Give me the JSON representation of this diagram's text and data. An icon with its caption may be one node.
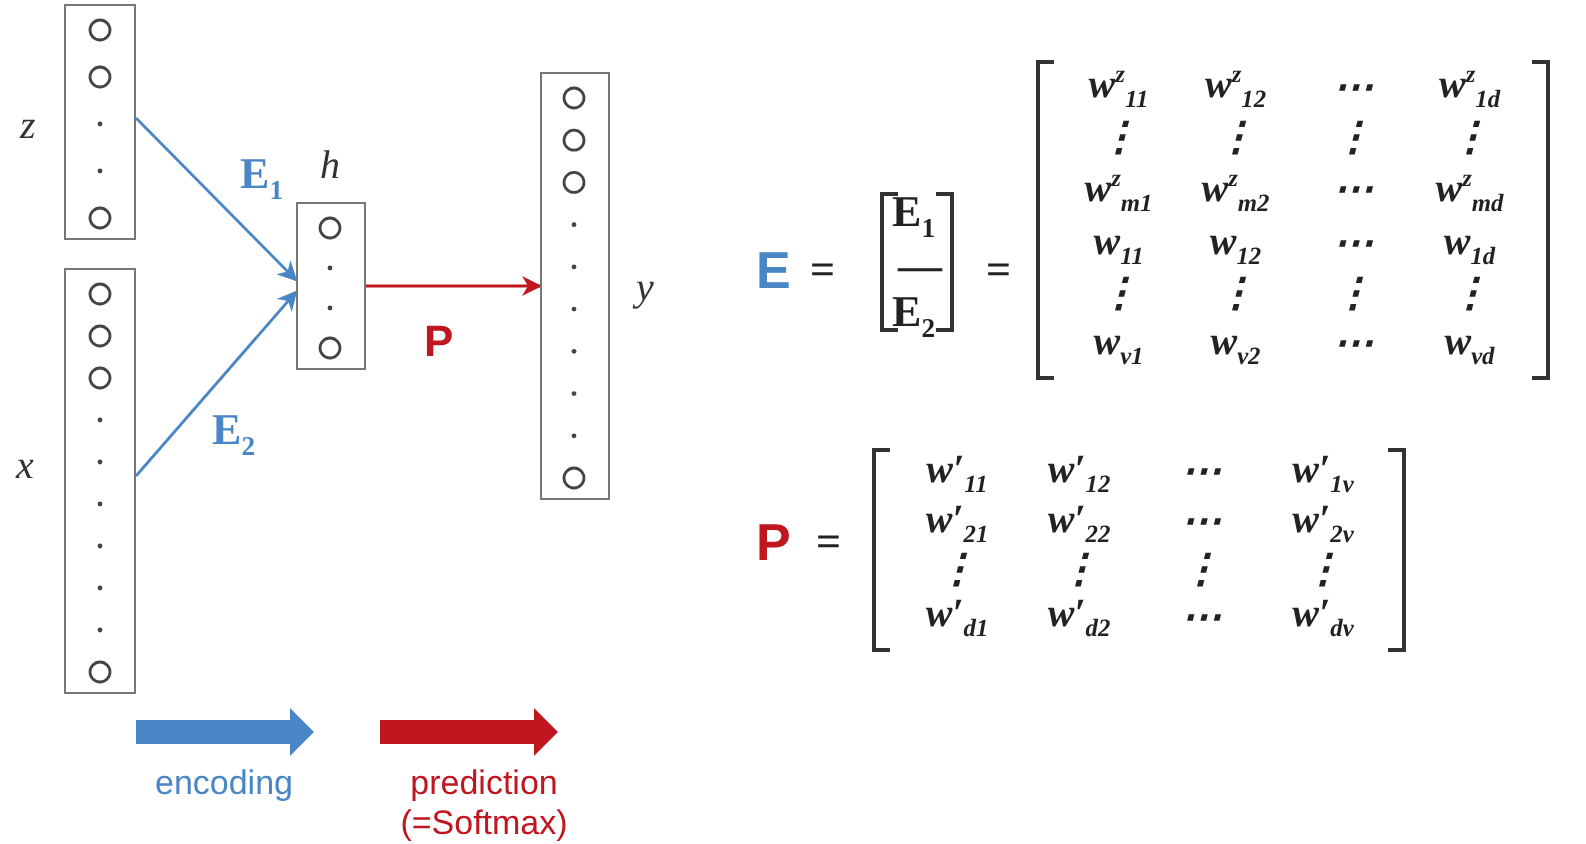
{
  "diagram": {
    "nodes": [
      {
        "text": [],
        "shape": "box",
        "beside": [
          "z"
        ]
      },
      {
        "text": [],
        "shape": "box",
        "beside": [
          "x"
        ]
      },
      {
        "text": [],
        "shape": "box",
        "beside": [
          "h"
        ]
      },
      {
        "text": [],
        "shape": "box",
        "beside": [
          "y"
        ]
      }
    ],
    "edges": [
      {
        "from": 0,
        "to": 2,
        "arrow": "to",
        "label": "E$_{1}$"
      },
      {
        "from": 1,
        "to": 2,
        "arrow": "to",
        "label": "E$_{2}$"
      },
      {
        "from": 2,
        "to": 3,
        "arrow": "to",
        "label": "P",
        "color": "#c0161f"
      }
    ],
    "labels": [
      "E",
      "=",
      "E$_{1}$",
      "—",
      "E$_{2}$",
      "=",
      "w$^{z}$$_{11}$",
      "w$^{z}$$_{12}$",
      "⋯",
      "w$^{z}$$_{1d}$",
      "⋮",
      "⋮",
      "⋮",
      "⋮",
      "w$^{z}$$_{m1}$",
      "w$^{z}$$_{m2}$",
      "⋯",
      "w$^{z}$$_{md}$",
      "w$_{11}$",
      "w$_{12}$",
      "⋯",
      "w$_{1d}$",
      "⋮",
      "⋮",
      "⋮",
      "⋮",
      "w$_{v1}$",
      "w$_{v2}$",
      "⋯",
      "w$_{vd}$",
      "P",
      "=",
      "w′$_{11}$",
      "w′$_{12}$",
      "⋯",
      "w′$_{1v}$",
      "w′$_{21}$",
      "w′$_{22}$",
      "⋯",
      "w′$_{2v}$",
      "⋮",
      "⋮",
      "⋮",
      "⋮",
      "w′$_{d1}$",
      "w′$_{d2}$",
      "⋯",
      "w′$_{dv}$"
    ],
    "legend": [
      {
        "text": "encoding"
      },
      {
        "text": "prediction (=Softmax)"
      }
    ]
  }
}
